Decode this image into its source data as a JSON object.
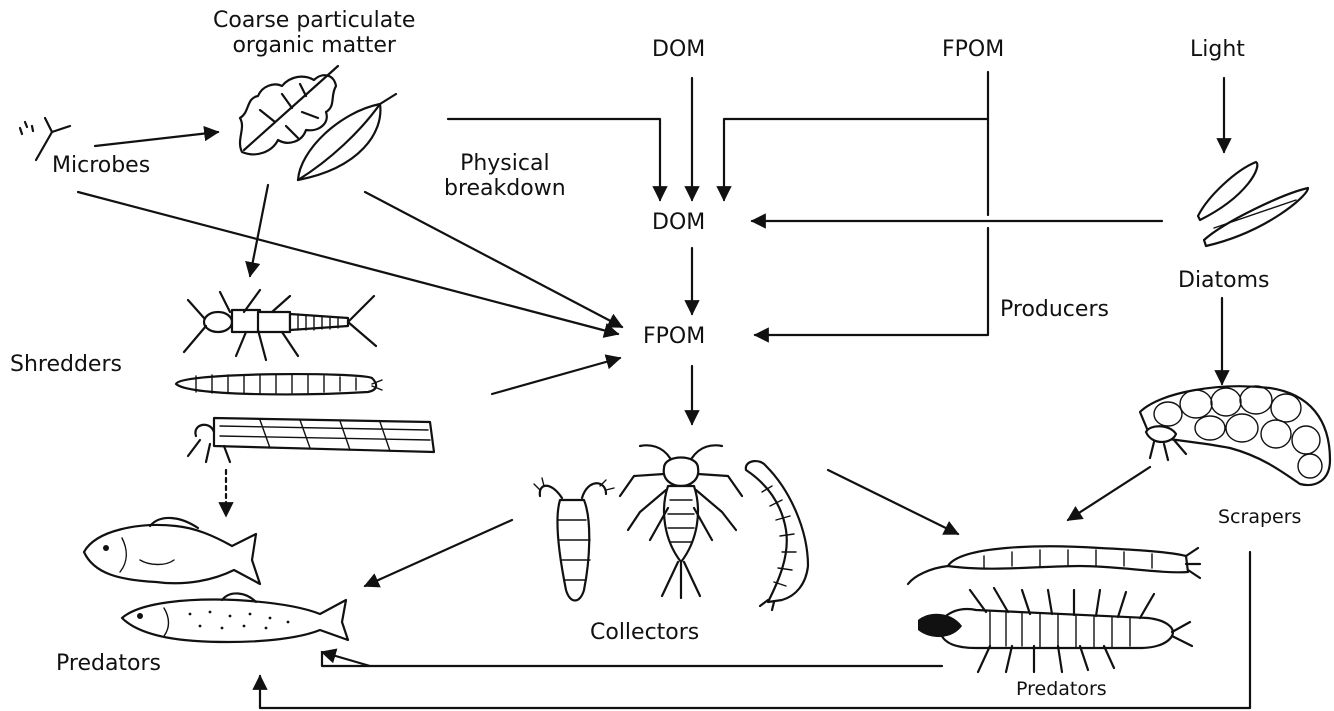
{
  "labels": {
    "cpom": "Coarse particulate\norganic matter",
    "microbes": "Microbes",
    "physical_breakdown": "Physical\nbreakdown",
    "dom_top": "DOM",
    "fpom_top": "FPOM",
    "light": "Light",
    "dom_mid": "DOM",
    "fpom_mid": "FPOM",
    "diatoms": "Diatoms",
    "producers": "Producers",
    "shredders": "Shredders",
    "scrapers": "Scrapers",
    "collectors": "Collectors",
    "predators_left": "Predators",
    "predators_right": "Predators"
  },
  "icons": [
    "microbe-icon",
    "oak-leaf-icon",
    "willow-leaf-icon",
    "diatom-icon",
    "stonefly-nymph-icon",
    "larva-icon",
    "caddisfly-case-icon",
    "fish-icon",
    "trout-icon",
    "caddisfly-scraper-icon",
    "blackfly-larva-icon",
    "mayfly-nymph-icon",
    "chironomid-larva-icon",
    "dipteran-larva-icon",
    "hellgrammite-icon"
  ],
  "colors": {
    "ink": "#111111",
    "background": "#ffffff"
  }
}
